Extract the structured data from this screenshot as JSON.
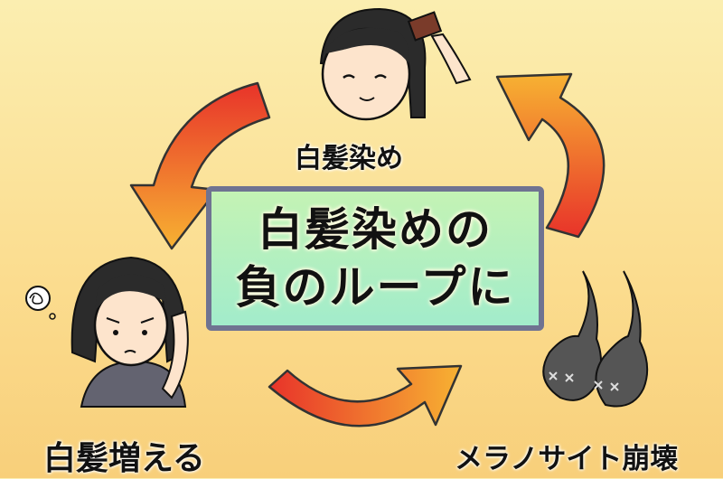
{
  "title": {
    "line1": "白髪染めの",
    "line2": "負のループに"
  },
  "stages": {
    "top": "白髪染め",
    "left": "白髪増える",
    "right": "メラノサイト崩壊"
  },
  "colors": {
    "arrow_start": "#e8332a",
    "arrow_end": "#f7b232",
    "box_fill": "#b3efc0",
    "box_border": "#6f7391"
  }
}
